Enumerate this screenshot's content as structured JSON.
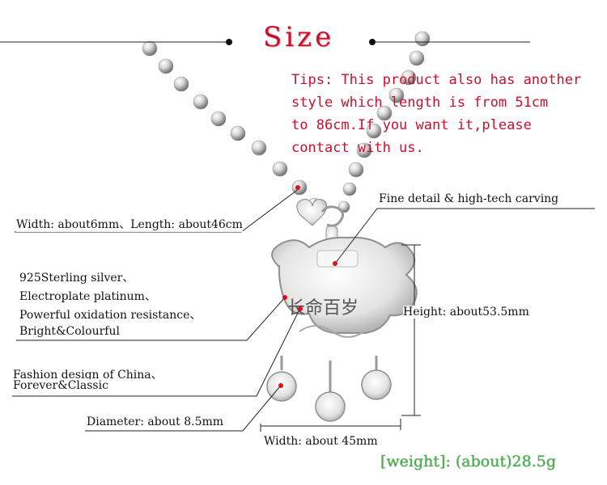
{
  "title": "Size",
  "tips": "Tips: This product also has another\nstyle which length is from 51cm\nto 86cm.If you want it,please\ncontact with us.",
  "labels": {
    "width_length": "Width: about6mm、Length: about46cm",
    "fine_detail": "Fine detail & high-tech carving",
    "sterling_1": "925Sterling silver、",
    "sterling_2": "Electroplate platinum、",
    "sterling_3": "Powerful oxidation resistance、",
    "sterling_4": "Bright&Colourful",
    "height": "Height: about53.5mm",
    "fashion_1": "Fashion design of China、",
    "fashion_2": "Forever&Classic",
    "diameter": "Diameter: about 8.5mm",
    "width_pendant": "Width: about 45mm"
  },
  "weight": "[weight]: (about)28.5g",
  "colors": {
    "accent_red": "#c8102e",
    "weight_green": "#4caf50",
    "line": "#222222"
  }
}
